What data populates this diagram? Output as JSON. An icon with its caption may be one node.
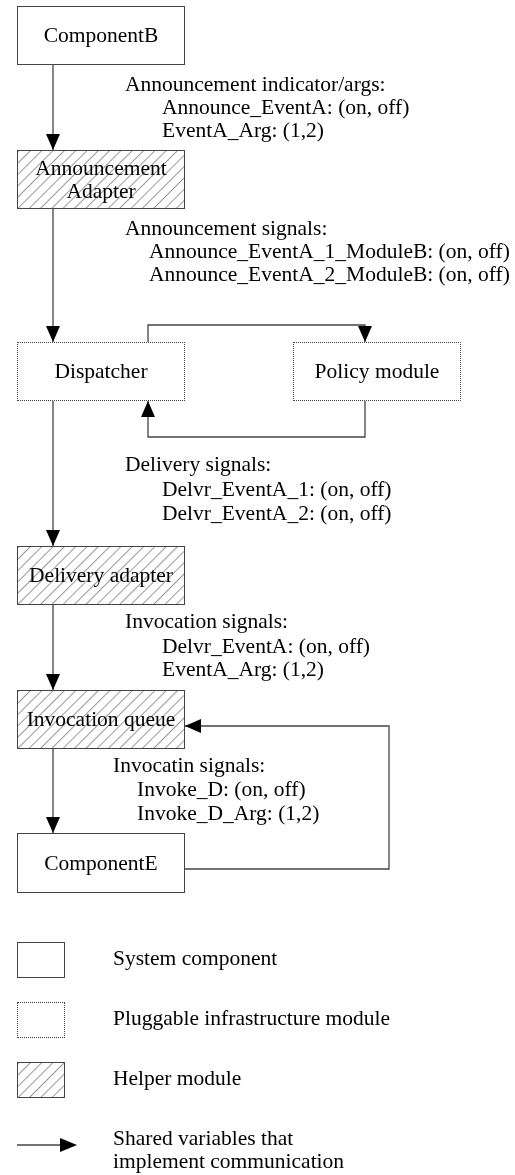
{
  "diagram": {
    "nodes": [
      {
        "text": [
          "ComponentB"
        ]
      },
      {
        "text": [
          "Announcement Adapter"
        ]
      },
      {
        "text": [
          "Dispatcher"
        ]
      },
      {
        "text": [
          "Policy module"
        ]
      },
      {
        "text": [
          "Delivery adapter"
        ]
      },
      {
        "text": [
          "Invocation queue"
        ]
      },
      {
        "text": [
          "ComponentE"
        ]
      }
    ],
    "edges": [
      {
        "from": 0,
        "to": 1,
        "arrow": "to"
      },
      {
        "from": 1,
        "to": 2,
        "arrow": "to"
      },
      {
        "from": 2,
        "to": 3,
        "arrow": "to"
      },
      {
        "from": 3,
        "to": 2,
        "arrow": "to"
      },
      {
        "from": 2,
        "to": 4,
        "arrow": "to"
      },
      {
        "from": 4,
        "to": 5,
        "arrow": "to"
      },
      {
        "from": 5,
        "to": 6,
        "arrow": "to"
      },
      {
        "from": 6,
        "to": 5,
        "arrow": "to"
      }
    ],
    "labels": [
      "Announcement indicator/args:",
      "Announce_EventA: (on, off)",
      "EventA_Arg: (1,2)",
      "Announcement signals:",
      "Announce_EventA_1_ModuleB: (on, off)",
      "Announce_EventA_2_ModuleB: (on, off)",
      "Delivery signals:",
      "Delvr_EventA_1: (on, off)",
      "Delvr_EventA_2: (on, off)",
      "Invocation signals:",
      "Delvr_EventA: (on, off)",
      "EventA_Arg: (1,2)",
      "Invocatin signals:",
      "Invoke_D: (on, off)",
      "Invoke_D_Arg: (1,2)"
    ],
    "legend": [
      {
        "text": "System component"
      },
      {
        "text": "Pluggable infrastructure module"
      },
      {
        "text": "Helper module"
      },
      {
        "text": "Shared variables that implement communication"
      }
    ]
  }
}
